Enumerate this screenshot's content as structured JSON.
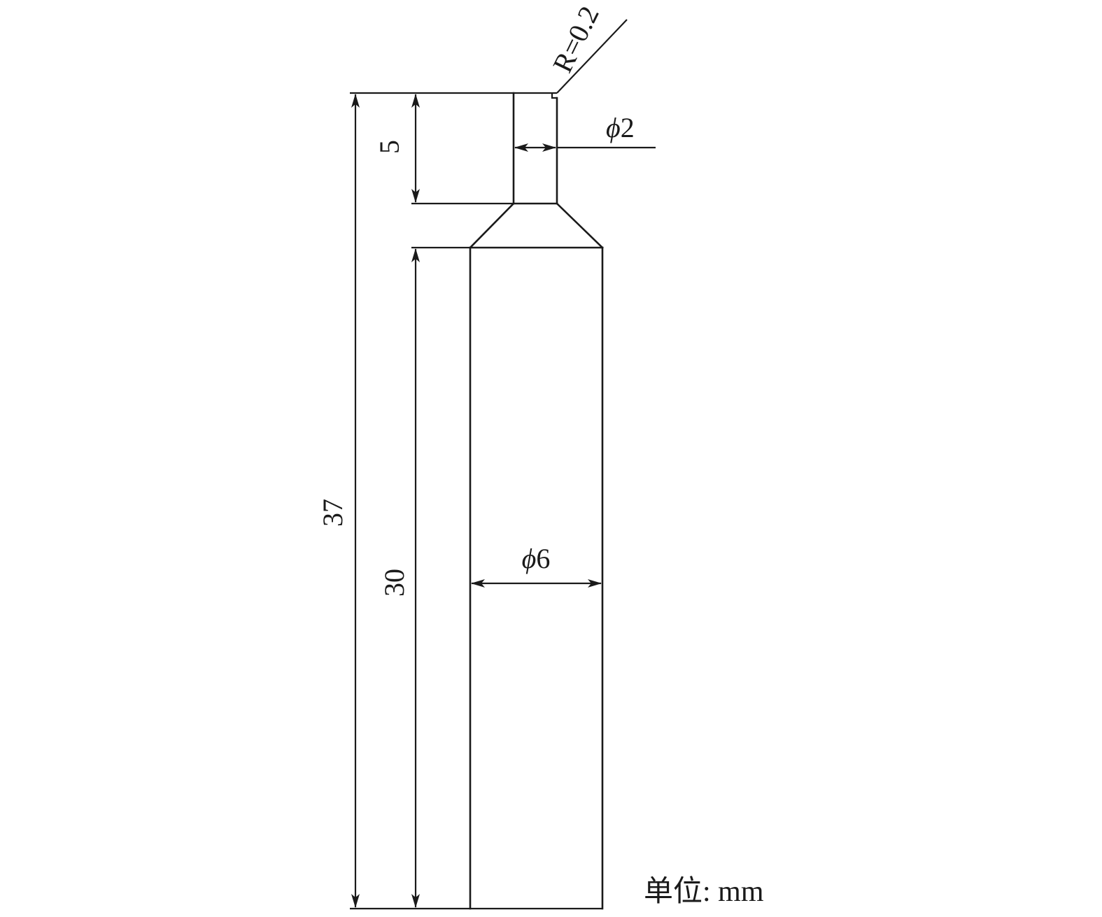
{
  "dimensions": {
    "total_length": "37",
    "shank_length": "30",
    "tip_length": "5",
    "tip_diameter_symbol": "ϕ",
    "tip_diameter_value": "2",
    "shank_diameter_symbol": "ϕ",
    "shank_diameter_value": "6",
    "radius_label": "R=0.2"
  },
  "unit_label": "单位: mm",
  "colors": {
    "line": "#1a1a1a",
    "background": "#ffffff"
  }
}
